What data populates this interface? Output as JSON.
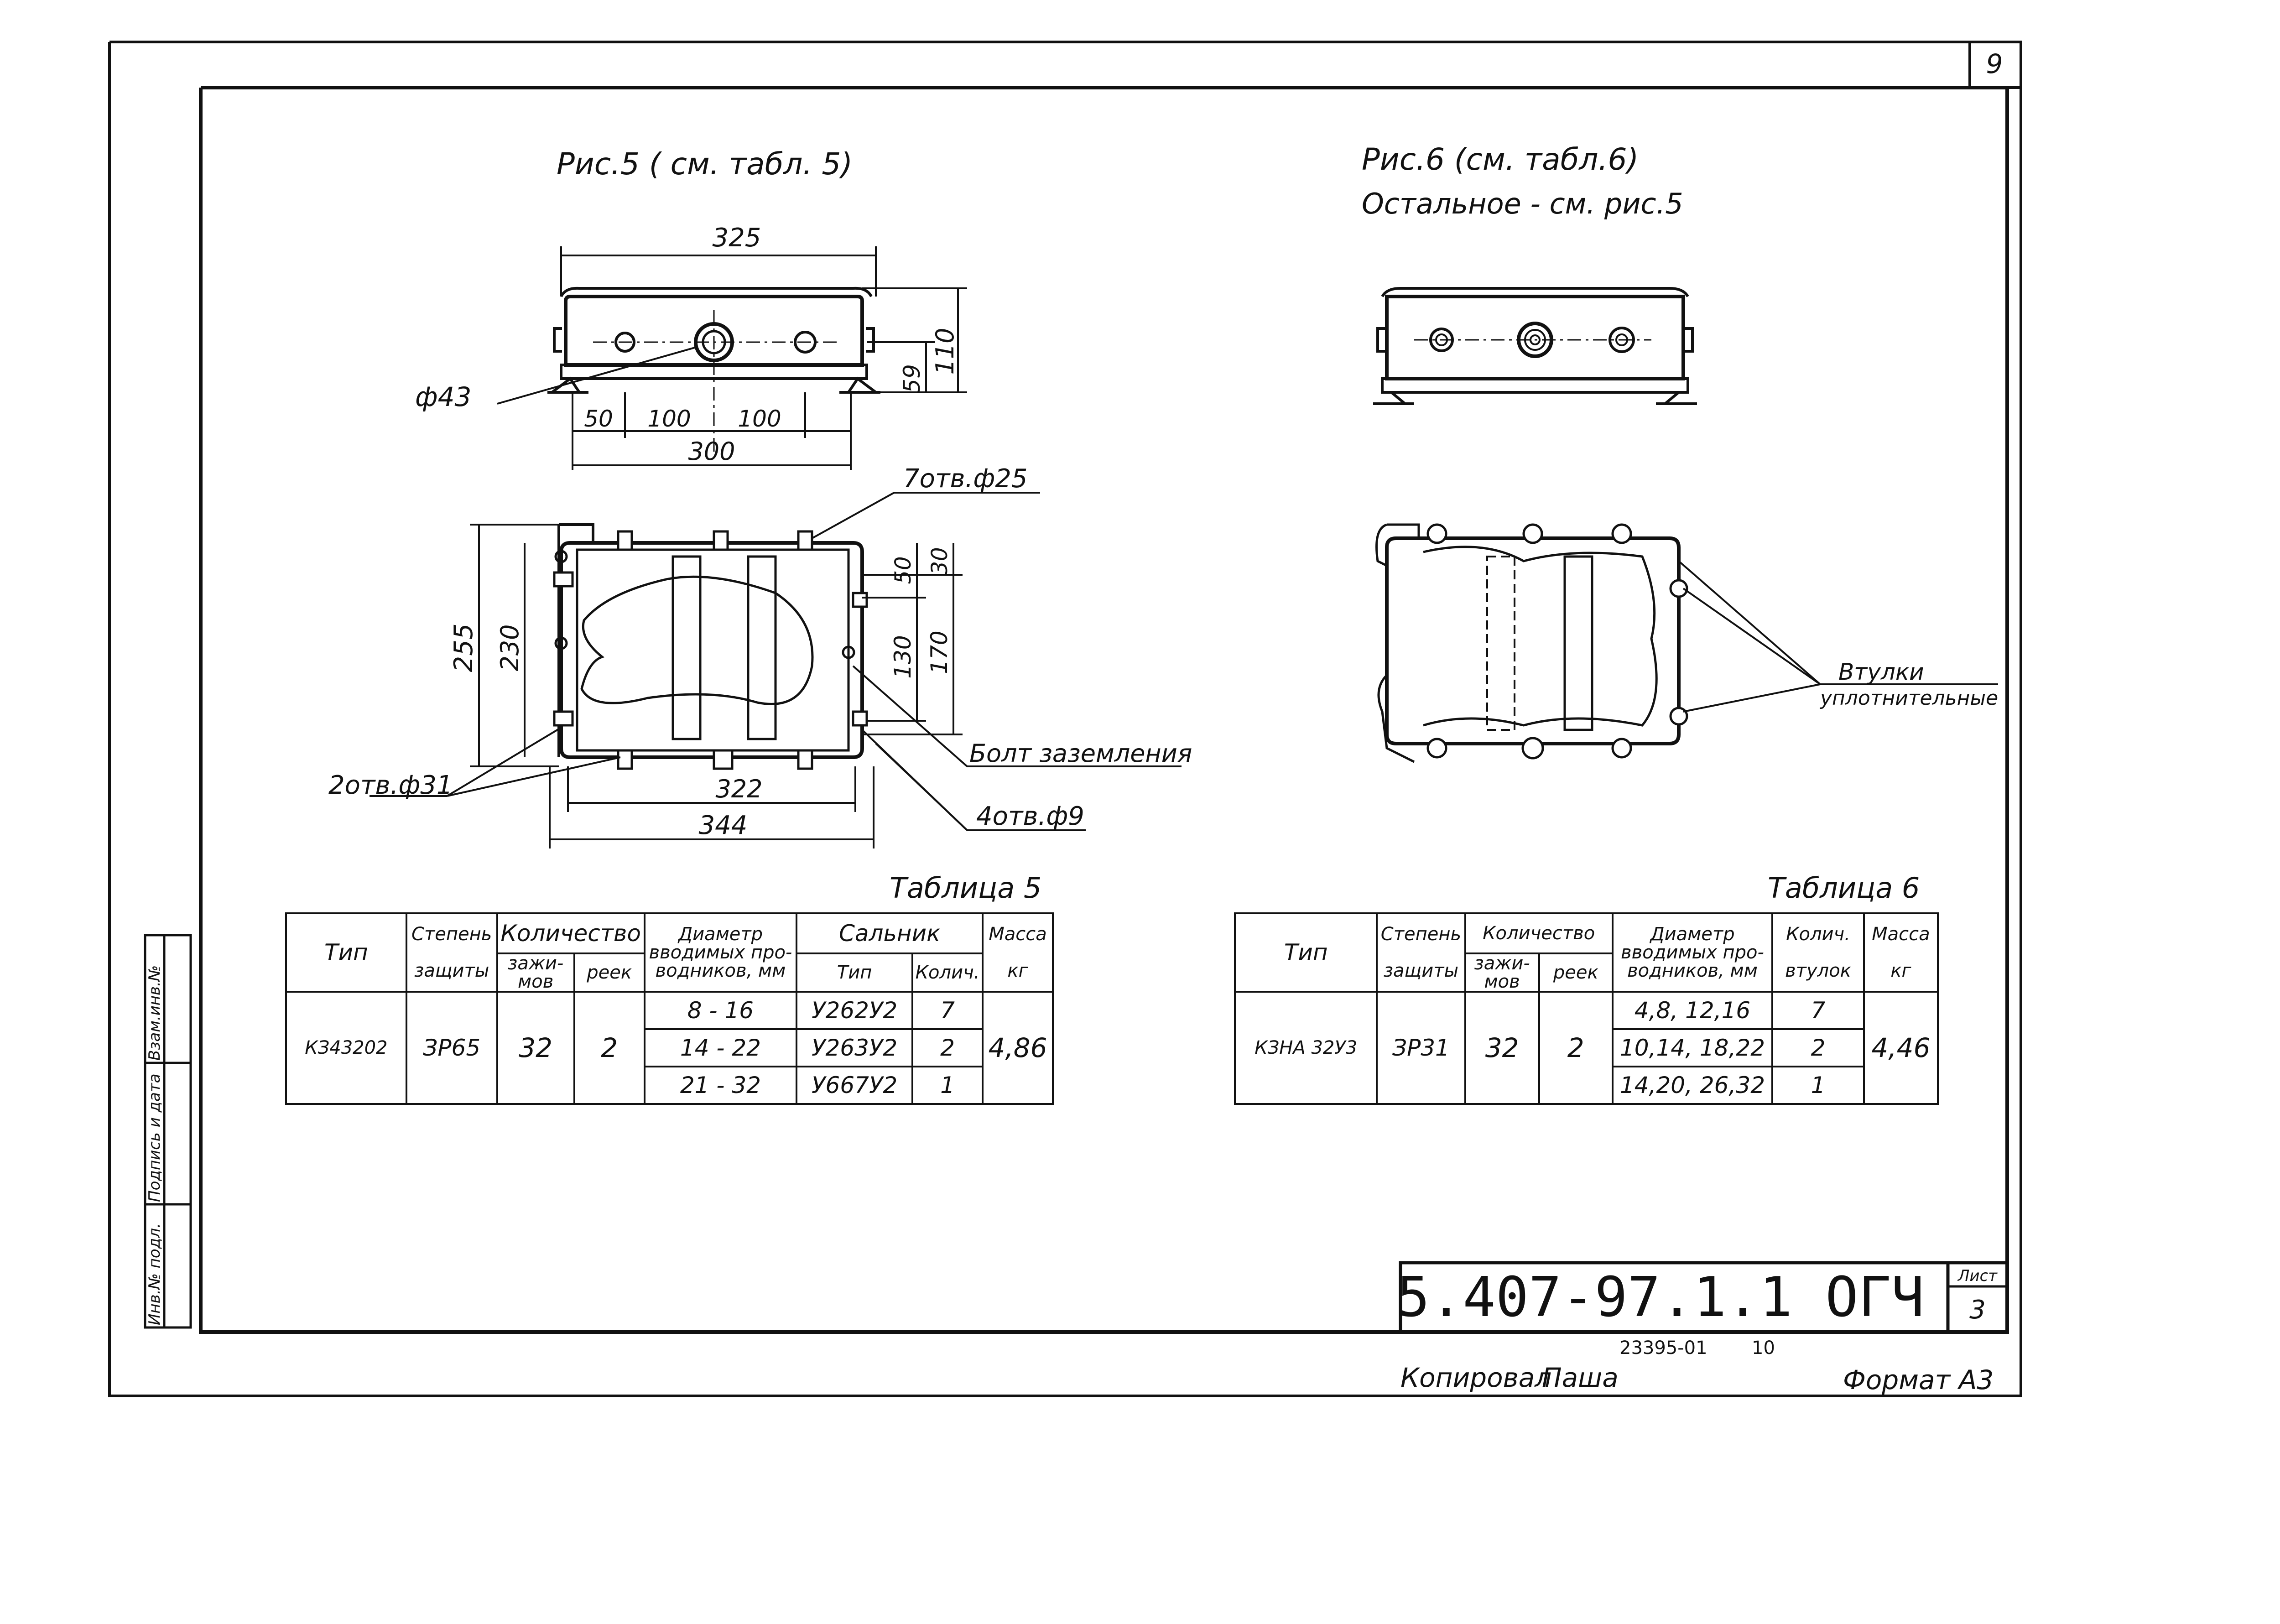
{
  "sheet": {
    "sheet_no_top": "9",
    "doc_code": "5.407-97.1.1 ОГЧ",
    "list_label": "Лист",
    "list_no": "3",
    "archive_no": "23395-01",
    "archive_page": "10",
    "copied_label": "Копировал",
    "copied_sign": "Паша",
    "format_label": "Формат А3",
    "side_stamp": [
      "Инв.№ подл.",
      "Подпись и дата",
      "Взам.инв.№"
    ]
  },
  "fig5": {
    "title": "Рис.5 ( см. табл. 5)",
    "dims": {
      "w_top": "325",
      "h_total": "110",
      "h_axis": "59",
      "d50": "50",
      "d100a": "100",
      "d100b": "100",
      "w_base": "300",
      "h255": "255",
      "h230": "230",
      "h50": "50",
      "h30": "30",
      "h130": "130",
      "h170": "170",
      "w322": "322",
      "w344": "344"
    },
    "callouts": {
      "phi43": "ф43",
      "holes7": "7отв.ф25",
      "holes2": "2отв.ф31",
      "ground_bolt": "Болт заземления",
      "holes4": "4отв.ф9"
    }
  },
  "fig6": {
    "title": "Рис.6 (см. табл.6)",
    "subtitle": "Остальное - см. рис.5",
    "callout": [
      "Втулки",
      "уплотнительные"
    ]
  },
  "table5": {
    "caption": "Таблица 5",
    "headers": {
      "type": "Тип",
      "degree": [
        "Степень",
        "защиты"
      ],
      "qty": "Количество",
      "clamps": [
        "зажи-",
        "мов"
      ],
      "rails": "реек",
      "diam": [
        "Диаметр",
        "вводимых про-",
        "водников, мм"
      ],
      "gland": "Сальник",
      "gland_type": "Тип",
      "gland_qty": "Колич.",
      "mass": [
        "Масса",
        "кг"
      ]
    },
    "row": {
      "type": "КЗ43202",
      "degree": "ЗР65",
      "clamps": "32",
      "rails": "2",
      "mass": "4,86",
      "sub": [
        {
          "diam": "8 - 16",
          "gland_type": "У262У2",
          "qty": "7"
        },
        {
          "diam": "14 - 22",
          "gland_type": "У263У2",
          "qty": "2"
        },
        {
          "diam": "21 - 32",
          "gland_type": "У667У2",
          "qty": "1"
        }
      ]
    }
  },
  "table6": {
    "caption": "Таблица 6",
    "headers": {
      "type": "Тип",
      "degree": [
        "Степень",
        "защиты"
      ],
      "qty": "Количество",
      "clamps": [
        "зажи-",
        "мов"
      ],
      "rails": "реек",
      "diam": [
        "Диаметр",
        "вводимых про-",
        "водников, мм"
      ],
      "bushings": [
        "Колич.",
        "втулок"
      ],
      "mass": [
        "Масса",
        "кг"
      ]
    },
    "row": {
      "type": "КЗНА 32У3",
      "degree": "ЗР31",
      "clamps": "32",
      "rails": "2",
      "mass": "4,46",
      "sub": [
        {
          "diam": "4,8, 12,16",
          "qty": "7"
        },
        {
          "diam": "10,14, 18,22",
          "qty": "2"
        },
        {
          "diam": "14,20, 26,32",
          "qty": "1"
        }
      ]
    }
  }
}
